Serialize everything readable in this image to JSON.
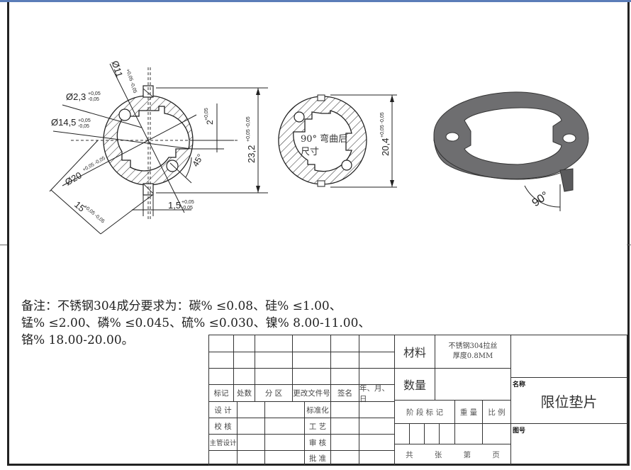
{
  "drawing": {
    "front_view": {
      "dims": {
        "d_hole_small": {
          "text": "Ø2,3",
          "tol_upper": "+0,05",
          "tol_lower": "-0,05"
        },
        "d_inner_flat": {
          "text": "Ø11",
          "tol_upper": "+0,05",
          "tol_lower": "-0,05"
        },
        "d_inner": {
          "text": "Ø14,5",
          "tol_upper": "+0,05",
          "tol_lower": "-0,05"
        },
        "d_outer": {
          "text": "Ø20",
          "tol_upper": "+0,05",
          "tol_lower": "-0,05"
        },
        "len_15": {
          "text": "15",
          "tol_upper": "+0,05",
          "tol_lower": "-0,05"
        },
        "width_tab": {
          "text": "1,5",
          "tol_upper": "+0,05",
          "tol_lower": "-0,05"
        },
        "tab_height": {
          "text": "2",
          "tol_upper": "+0,05",
          "tol_lower": "-0,05"
        },
        "overall_height": {
          "text": "23,2",
          "tol_upper": "+0,05",
          "tol_lower": "-0,05"
        },
        "angle": {
          "text": "45°"
        }
      }
    },
    "bent_view": {
      "label_line1": "90°  弯曲后",
      "label_line2": "尺寸",
      "dims": {
        "overall_height": {
          "text": "20,4",
          "tol_upper": "+0,05",
          "tol_lower": "-0,05"
        }
      }
    },
    "iso_view": {
      "angle": "90°",
      "fill_color": "#6e6e70"
    }
  },
  "notes": {
    "line1": "备注：不锈钢304成分要求为：碳% ≤0.08、硅% ≤1.00、",
    "line2": "锰% ≤2.00、磷% ≤0.045、硫% ≤0.030、镍% 8.00-11.00、",
    "line3": "铬% 18.00-20.00。"
  },
  "title_block": {
    "revision_headers": [
      "标记",
      "处数",
      "分 区",
      "更改文件号",
      "签名",
      "年、月、日"
    ],
    "sign_left": [
      "设 计",
      "校 核",
      "主管设计",
      ""
    ],
    "sign_right": [
      "标准化",
      "工 艺",
      "审 核",
      "批 准"
    ],
    "material_label": "材料",
    "material_value_line1": "不锈钢304拉丝",
    "material_value_line2": "厚度0.8MM",
    "quantity_label": "数量",
    "stage_label": "阶 段 标 记",
    "weight_label": "重 量",
    "scale_label": "比 例",
    "sheet_total": "共",
    "sheet_unit": "张",
    "sheet_no": "第",
    "sheet_page": "页",
    "part_name": "限位垫片",
    "tag_name": "名称",
    "tag_code": "图号"
  }
}
